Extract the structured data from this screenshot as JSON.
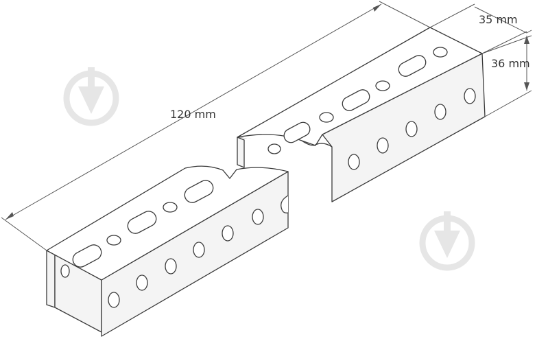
{
  "diagram": {
    "dimensions": {
      "length_label": "120 mm",
      "width_label": "35 mm",
      "height_label": "36 mm"
    },
    "colors": {
      "line": "#3a3a3a",
      "watermark": "#e6e6e6",
      "background": "#ffffff"
    },
    "watermark_icon": "shovel-shield-icon"
  }
}
